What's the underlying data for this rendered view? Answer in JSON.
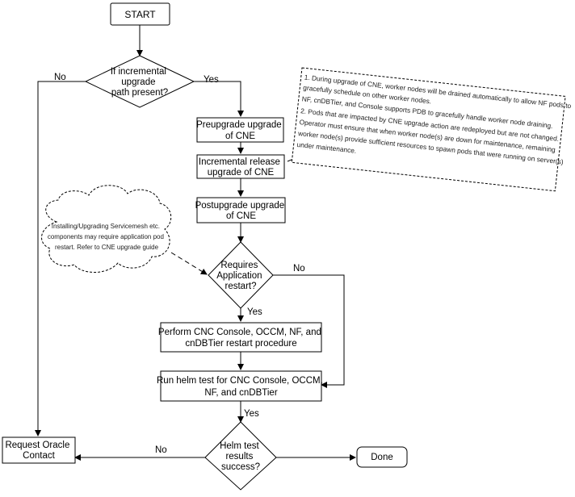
{
  "nodes": {
    "start": "START",
    "incremental_question": [
      "If incremental",
      "upgrade",
      "path present?"
    ],
    "preupgrade": [
      "Preupgrade upgrade",
      "of CNE"
    ],
    "incremental_release": [
      "Incremental release",
      "upgrade of CNE"
    ],
    "postupgrade": [
      "Postupgrade upgrade",
      "of CNE"
    ],
    "requires_restart": [
      "Requires",
      "Application",
      "restart?"
    ],
    "restart_procedure": [
      "Perform CNC Console, OCCM, NF, and",
      "cnDBTier restart procedure"
    ],
    "helm_test": [
      "Run helm test for CNC Console, OCCM,",
      "NF, and cnDBTier"
    ],
    "helm_results": [
      "Helm test",
      "results",
      "success?"
    ],
    "request_oracle": [
      "Request Oracle",
      "Contact"
    ],
    "done": "Done"
  },
  "edge_labels": {
    "incremental_no": "No",
    "incremental_yes": "Yes",
    "restart_no": "No",
    "restart_yes": "Yes",
    "helm_yes": "Yes",
    "helm_no": "No"
  },
  "note": {
    "lines": [
      "1.    During upgrade of CNE, worker nodes will be drained automatically to allow NF pods to",
      "gracefully schedule on other worker nodes.",
      "        NF, cnDBTier, and Console supports PDB to gracefully handle worker node draining.",
      "2.     Pods that are impacted by CNE upgrade action are redeployed but are not changed.",
      "        Operator must ensure that when worker node(s) are down for maintenance, remaining",
      "worker node(s)  provide sufficient resources to spawn pods that were running on server(s)",
      "under maintenance."
    ]
  },
  "cloud": {
    "lines": [
      "Installing/Upgrading Servicemesh etc.",
      "components may require application pod",
      "restart. Refer to CNE upgrade guide"
    ]
  }
}
